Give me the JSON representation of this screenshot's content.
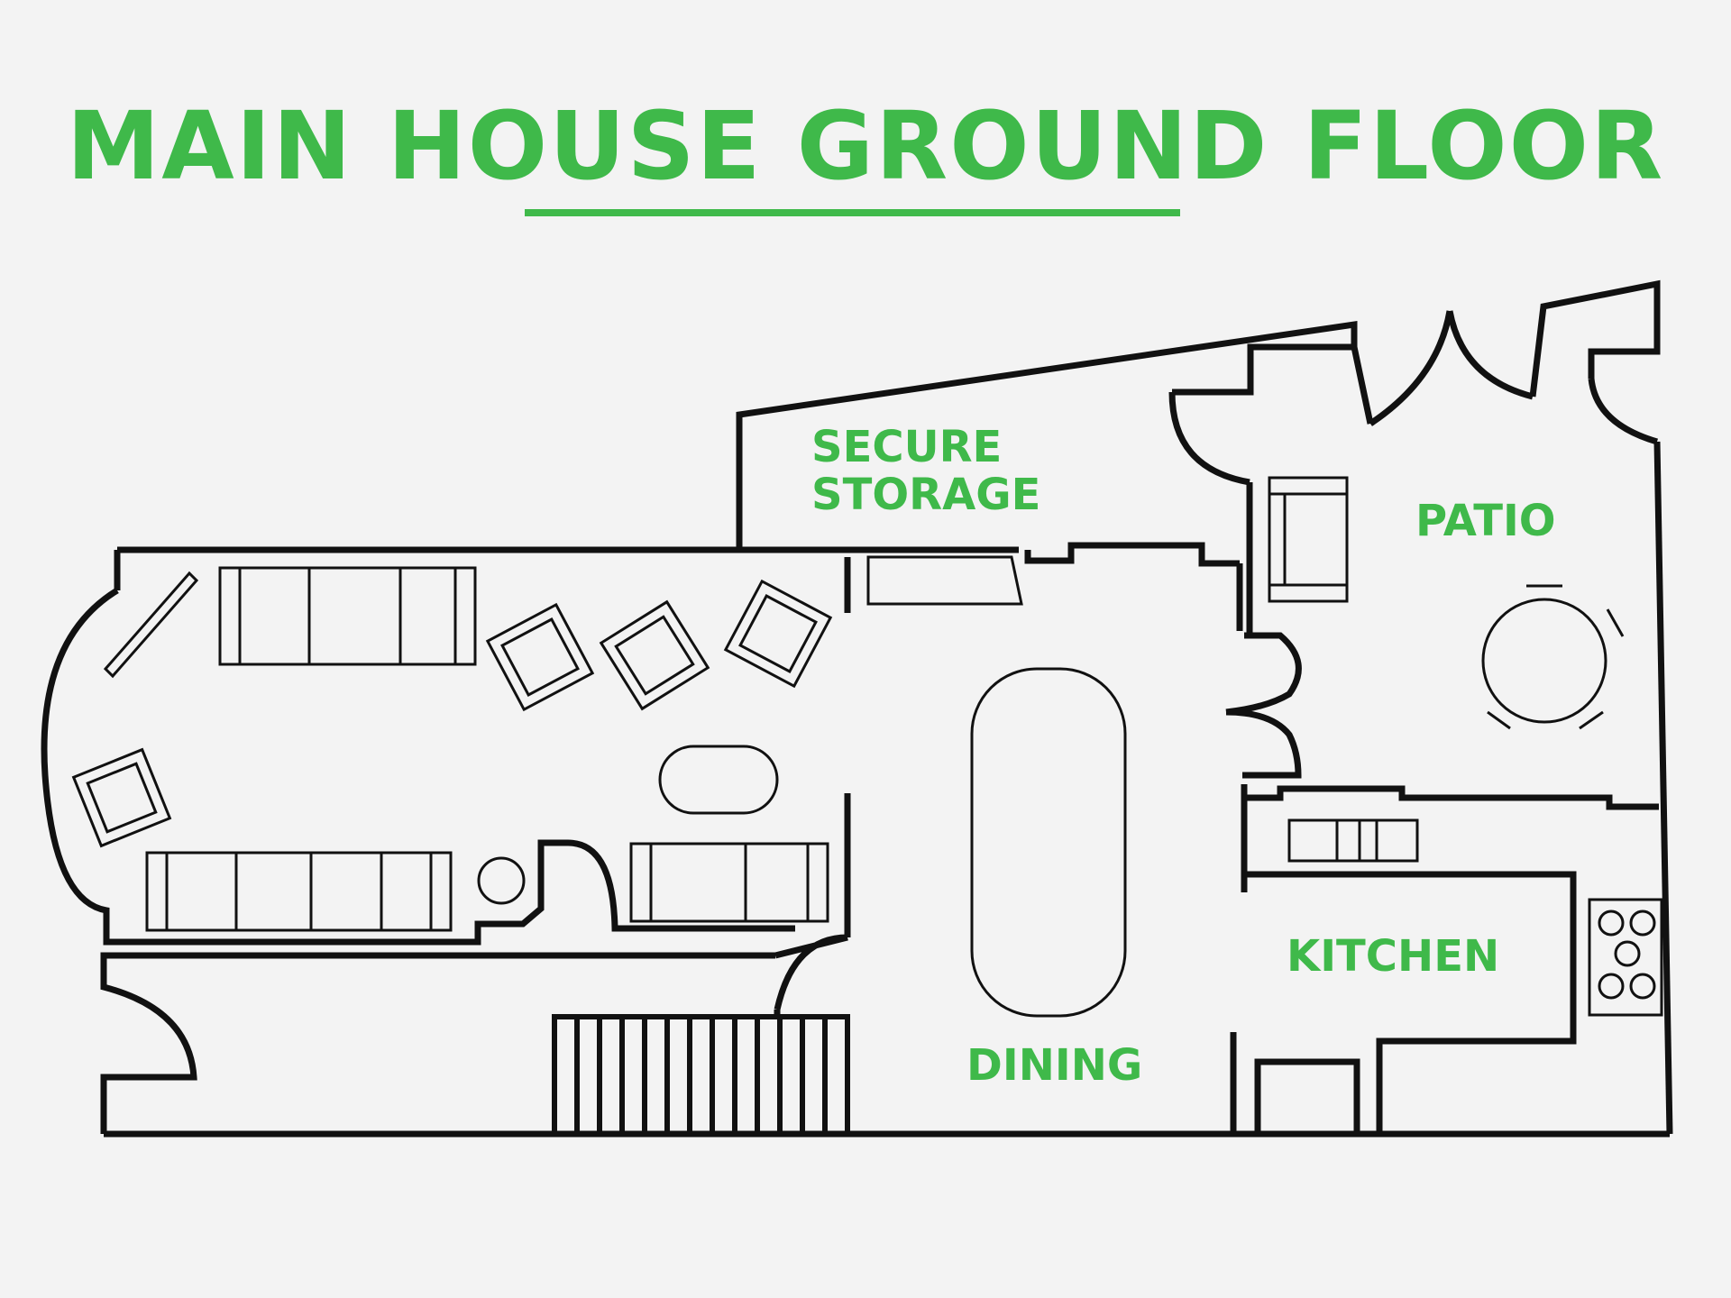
{
  "title": "MAIN HOUSE GROUND FLOOR",
  "colors": {
    "accent": "#3fb94a",
    "line": "#111111",
    "background": "#f3f3f3"
  },
  "rooms": {
    "secure_storage_line1": "SECURE",
    "secure_storage_line2": "STORAGE",
    "patio": "PATIO",
    "dining": "DINING",
    "kitchen": "KITCHEN"
  }
}
